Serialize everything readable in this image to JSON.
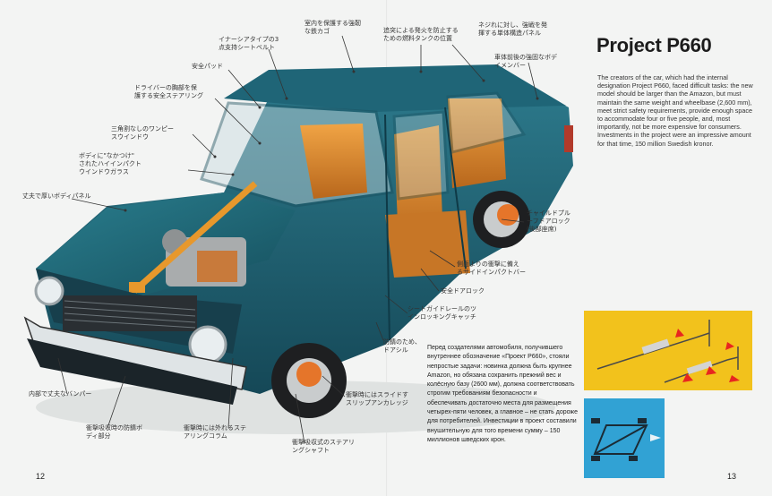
{
  "title": "Project P660",
  "body_en": "The creators of the car, which had the internal designation Project P660, faced difficult tasks: the new model should be larger than the Amazon, but must maintain the same weight and wheelbase (2,600 mm), meet strict safety requirements, provide enough space to accommodate four or five people, and, most importantly, not be more expensive for consumers. Investments in the project were an impressive amount for that time, 150 million Swedish kronor.",
  "body_ru": "Перед создателями автомобиля, получившего внутреннее обозначение «Проект P660», стояли непростые задачи: новинка должна быть крупнее Amazon, но обязана сохранить прежний вес и колёсную базу (2600 мм), должна соответствовать строгим требованиям безопасности и обеспечивать достаточно места для размещения четырех-пяти человек, а главное – не стать дороже для потребителей. Инвестиции в проект составили внушительную для того времени сумму – 150 миллионов шведских крон.",
  "page_left": "12",
  "page_right": "13",
  "labels": [
    "室内を保護する強靭\nな鉄カゴ",
    "イナーシアタイプの3\n点支持シートベルト",
    "追突による発火を防止する\nための燃料タンクの位置",
    "ネジれに対し、強戦を発\n揮する単体構造パネル",
    "安全パッド",
    "車体前後の強固なボデ\nイメンバー",
    "ドライバーの胸部を保\n護する安全ステアリング",
    "三角割なしのワンピー\nスウインドウ",
    "ボディに\"なかつけ\"\nされたハイインパクト\nウインドウガラス",
    "丈夫で厚いボディパネル",
    "チャイルドプル\nーフドアロック\n(後部座席)",
    "側面よりの衝撃に備え\nるサイドインパクトバー",
    "安全ドアロック",
    "シートガイドレールのツ\nインロッキングキャッチ",
    "防錆のため、\nドアシル",
    "内部で丈夫なバンパー",
    "衝撃時にはスライドす\nスリップアンカレッジ",
    "衝撃吸収時の防錆ボ\nディ部分",
    "衝撃時には外れるステ\nアリングコラム",
    "衝撃吸収式のステアリ\nングシャフト"
  ],
  "colors": {
    "body": "#1f5f74",
    "interior": "#d98a2a",
    "accent_yellow": "#f2c21c",
    "accent_blue": "#31a2d4"
  }
}
